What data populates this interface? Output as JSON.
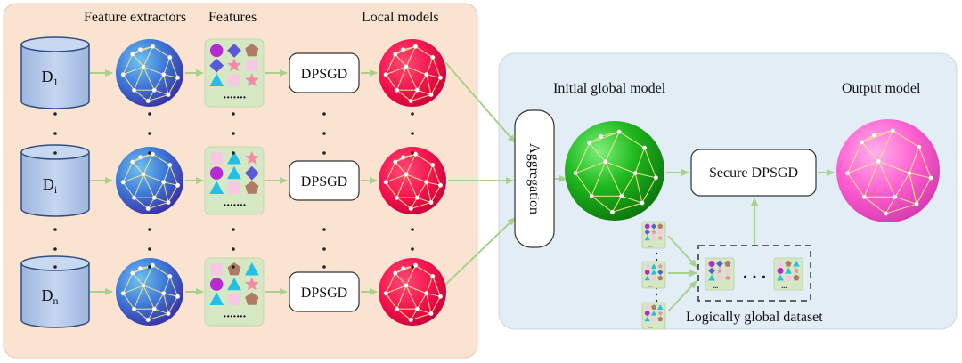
{
  "headers": {
    "feature_extractors": "Feature extractors",
    "features": "Features",
    "local_models": "Local models",
    "initial_global_model": "Initial global model",
    "output_model": "Output model"
  },
  "clients": [
    {
      "db_letter": "D",
      "db_sub": "1",
      "process_label": "DPSGD"
    },
    {
      "db_letter": "D",
      "db_sub": "i",
      "process_label": "DPSGD"
    },
    {
      "db_letter": "D",
      "db_sub": "n",
      "process_label": "DPSGD"
    }
  ],
  "aggregation_label": "Aggregation",
  "secure_label": "Secure DPSGD",
  "dataset_caption": "Logically global dataset",
  "feature_dots": "·······",
  "ellipsis_vertical": "·\n·\n·",
  "ellipsis_horizontal": "· · ·",
  "colors": {
    "client_panel": "#fbe3d2",
    "server_panel": "#e3edf6",
    "feature_box": "#d6e8c3",
    "arrow": "#a9d18e",
    "db_fill": "#b4c7e7",
    "db_stroke": "#2f4f7f",
    "extractor_sphere": "#3f6fd1",
    "local_sphere": "#ff1e5a",
    "global_sphere": "#1fbf1f",
    "output_sphere": "#ff6fd3",
    "mesh": "#f0e58a"
  }
}
